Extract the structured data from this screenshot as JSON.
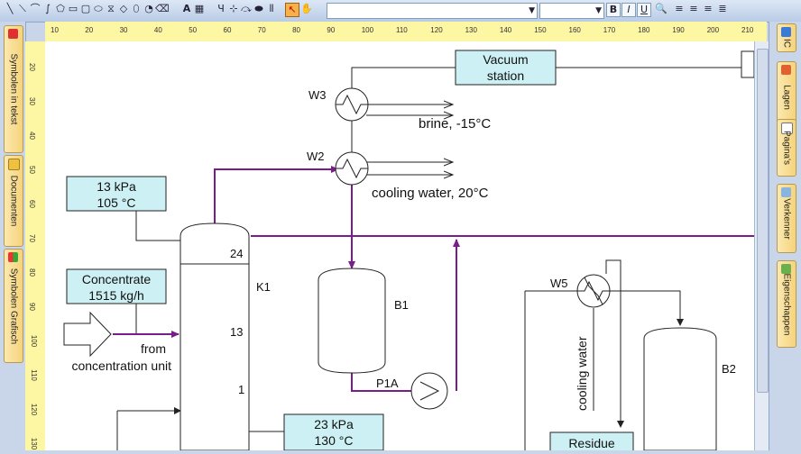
{
  "toolbar": {
    "font_select_value": "",
    "size_select_value": "",
    "bold_label": "B",
    "italic_label": "I",
    "underline_label": "U",
    "text_tool_label": "A"
  },
  "left_tabs": [
    {
      "label": "Symbolen in tekst",
      "icon": "heart-icon"
    },
    {
      "label": "Documenten",
      "icon": "folder-icon"
    },
    {
      "label": "Symbolen Grafisch",
      "icon": "shapes-icon"
    }
  ],
  "right_tabs": [
    {
      "label": "IC",
      "icon": "ic-icon"
    },
    {
      "label": "Lagen",
      "icon": "layers-icon"
    },
    {
      "label": "Pagina's",
      "icon": "pages-icon"
    },
    {
      "label": "Verkenner",
      "icon": "explorer-icon"
    },
    {
      "label": "Eigenschappen",
      "icon": "properties-icon"
    }
  ],
  "ruler_top": [
    "10",
    "20",
    "30",
    "40",
    "50",
    "60",
    "70",
    "80",
    "90",
    "100",
    "110",
    "120",
    "130",
    "140",
    "150",
    "160",
    "170",
    "180",
    "190",
    "200",
    "210"
  ],
  "ruler_left": [
    "20",
    "30",
    "40",
    "50",
    "60",
    "70",
    "80",
    "90",
    "100",
    "110",
    "120",
    "130"
  ],
  "diagram": {
    "vacuum_station": [
      "Vacuum",
      "station"
    ],
    "w3_label": "W3",
    "w2_label": "W2",
    "w5_label": "W5",
    "brine_label": "brine, -15°C",
    "cooling_water_label": "cooling water, 20°C",
    "top_condition": [
      "13 kPa",
      "105 °C"
    ],
    "feed_box": [
      "Concentrate",
      "1515 kg/h"
    ],
    "feed_from": [
      "from",
      "concentration unit"
    ],
    "column_label": "K1",
    "tray_24": "24",
    "tray_13": "13",
    "tray_1": "1",
    "b1_label": "B1",
    "b2_label": "B2",
    "p1a_label": "P1A",
    "bottom_condition": [
      "23 kPa",
      "130 °C"
    ],
    "cooling_water_vertical": "cooling water",
    "residue_label": "Residue"
  },
  "colors": {
    "process_line": "#7b1c8c",
    "box_fill": "#ccf0f4",
    "ruler": "#fdf6a3",
    "tab": "#f6d37a"
  }
}
